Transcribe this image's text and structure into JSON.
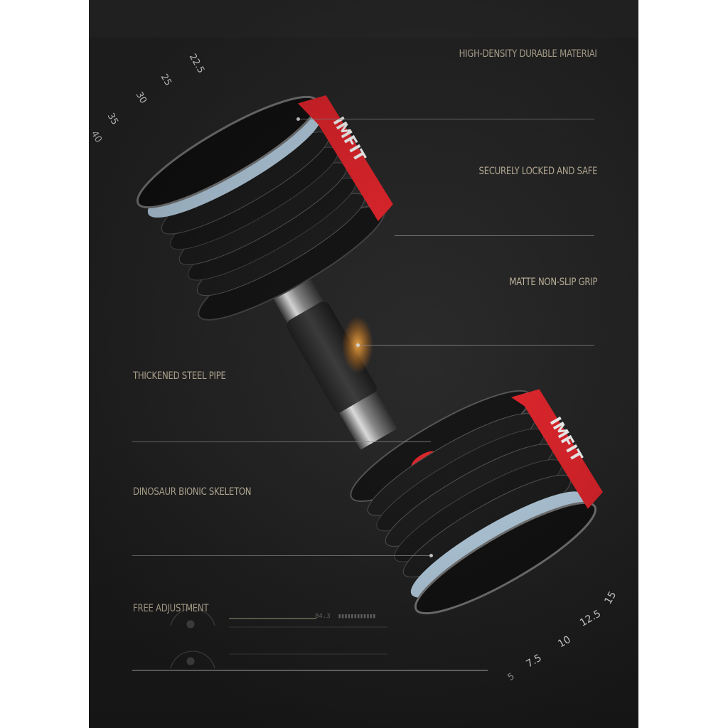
{
  "brand": "IMFIT",
  "features": [
    {
      "id": "high-density",
      "label": "HIGH-DENSITY DURABLE MATERIAI",
      "side": "right"
    },
    {
      "id": "locked",
      "label": "SECURELY LOCKED AND SAFE",
      "side": "right"
    },
    {
      "id": "grip",
      "label": "MATTE NON-SLIP GRIP",
      "side": "right"
    },
    {
      "id": "steel-pipe",
      "label": "THICKENED STEEL PIPE",
      "side": "left"
    },
    {
      "id": "skeleton",
      "label": "DINOSAUR BIONIC SKELETON",
      "side": "left"
    },
    {
      "id": "adjustment",
      "label": "FREE ADJUSTMENT",
      "side": "left"
    }
  ],
  "dial_top": [
    "22.5",
    "25",
    "30",
    "35",
    "40"
  ],
  "dial_bottom": [
    "5",
    "7.5",
    "10",
    "12.5",
    "15"
  ],
  "hud": {
    "readout": "84.3"
  },
  "colors": {
    "background": "#262626",
    "accent_red": "#e8232a",
    "label_text": "#cbbfa7",
    "rule": "#8a8a8a",
    "dial_ring_blue": "#b9d3e6"
  }
}
